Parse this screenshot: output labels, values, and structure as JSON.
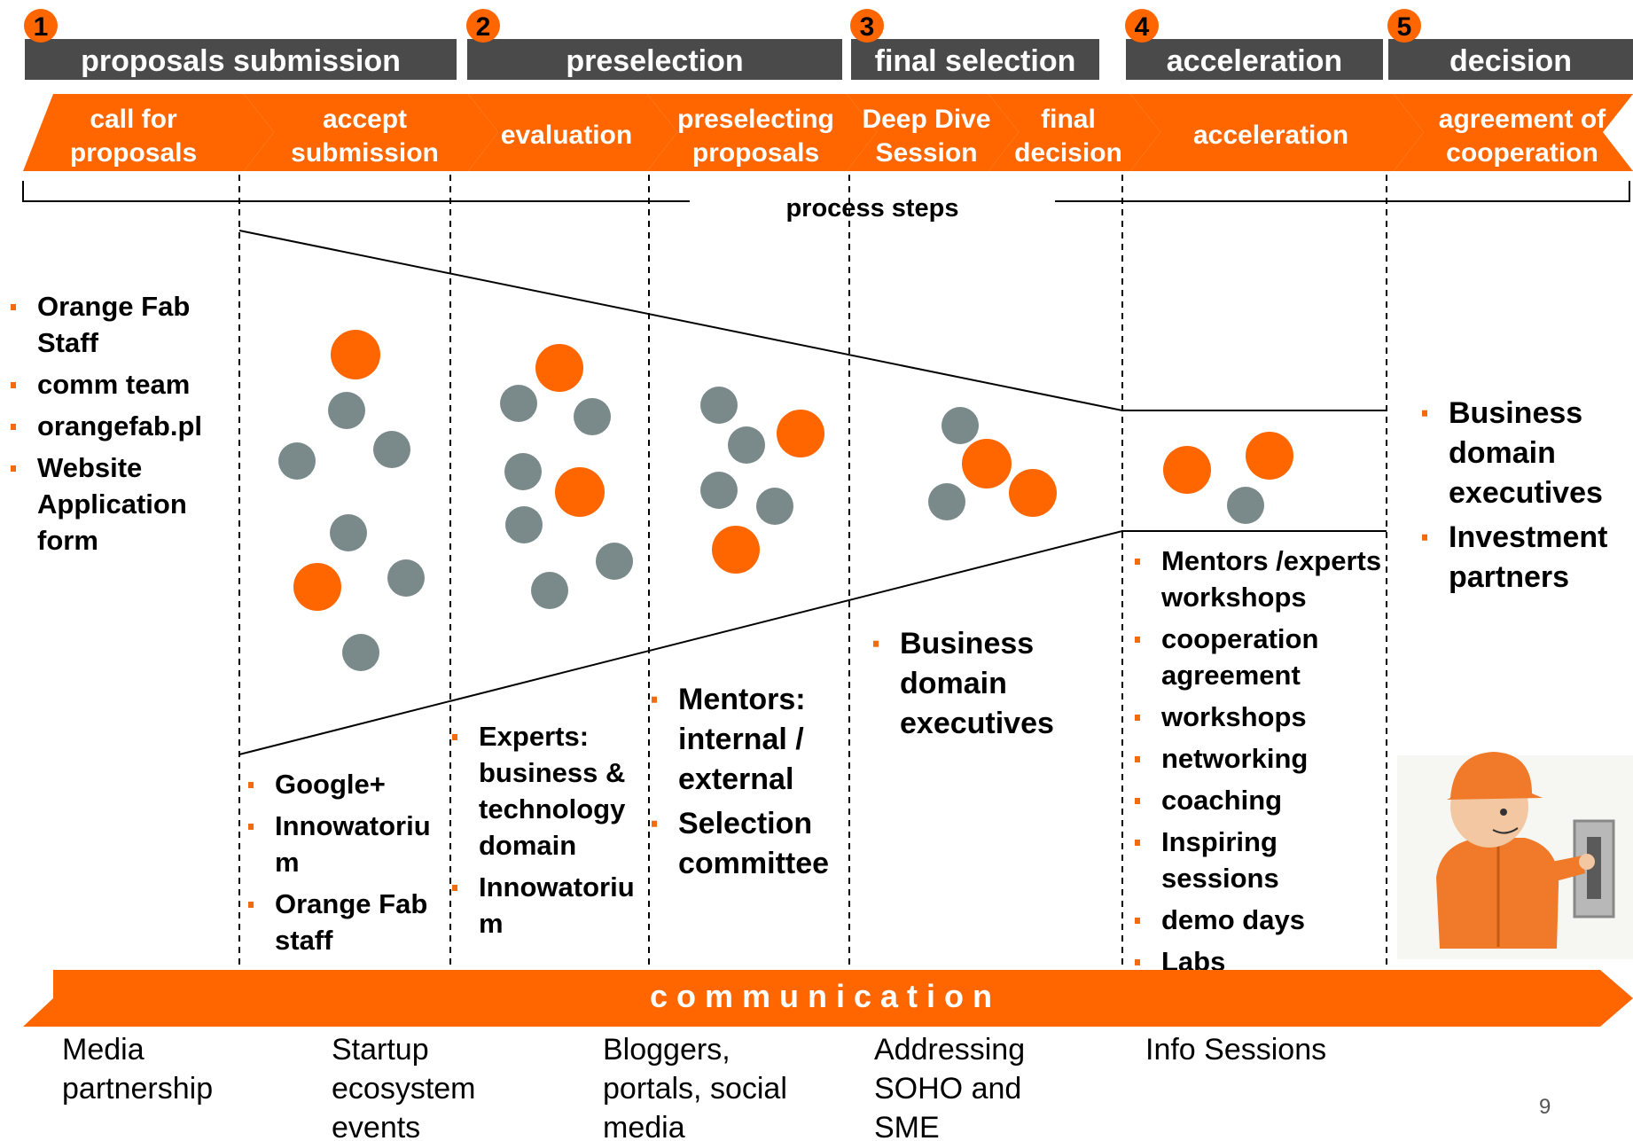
{
  "colors": {
    "orange": "#ff6600",
    "gray": "#7a8a8a",
    "dark": "#4a4a4a",
    "bullet": "#f26b0f"
  },
  "phases": [
    {
      "num": "1",
      "title": "proposals submission"
    },
    {
      "num": "2",
      "title": "preselection"
    },
    {
      "num": "3",
      "title": "final selection"
    },
    {
      "num": "4",
      "title": "acceleration"
    },
    {
      "num": "5",
      "title": "decision"
    }
  ],
  "steps": [
    [
      "call for",
      "proposals"
    ],
    [
      "accept",
      "submission"
    ],
    [
      "evaluation"
    ],
    [
      "preselecting",
      "proposals"
    ],
    [
      "Deep Dive",
      "Session"
    ],
    [
      "final",
      "decision"
    ],
    [
      "acceleration"
    ],
    [
      "agreement of",
      "cooperation"
    ]
  ],
  "process_label": "process steps",
  "lists": {
    "col0": [
      [
        "Orange Fab",
        "Staff"
      ],
      [
        "comm team"
      ],
      [
        "orangefab.pl"
      ],
      [
        "Website",
        "Application",
        "form"
      ]
    ],
    "col1": [
      [
        "Google+"
      ],
      [
        "Innowatoriu",
        "m"
      ],
      [
        "Orange Fab",
        "staff"
      ]
    ],
    "col2": [
      [
        "Experts:",
        "business &",
        "technology",
        "domain"
      ],
      [
        "Innowatoriu",
        "m"
      ]
    ],
    "col3": [
      [
        "Mentors:",
        "internal /",
        "external"
      ],
      [
        "Selection",
        "committee"
      ]
    ],
    "col4": [
      [
        "Business",
        "domain",
        "executives"
      ]
    ],
    "col5": [
      [
        "Mentors /experts",
        "workshops"
      ],
      [
        "cooperation",
        "agreement"
      ],
      [
        "workshops"
      ],
      [
        "networking"
      ],
      [
        "coaching"
      ],
      [
        "Inspiring",
        "sessions"
      ],
      [
        "demo days"
      ],
      [
        "Labs"
      ]
    ],
    "col6": [
      [
        "Business",
        "domain",
        "executives"
      ],
      [
        "Investment",
        "partners"
      ]
    ]
  },
  "communication_label": "c o m m u n i c a t i o n",
  "channels": [
    [
      "Media",
      "partnership"
    ],
    [
      "Startup",
      "ecosystem",
      "events"
    ],
    [
      "Bloggers,",
      "portals, social",
      "media"
    ],
    [
      "Addressing",
      "SOHO and",
      "SME"
    ],
    [
      "Info Sessions"
    ]
  ],
  "page_number": "9",
  "mascot": "worker-mascot-icon"
}
